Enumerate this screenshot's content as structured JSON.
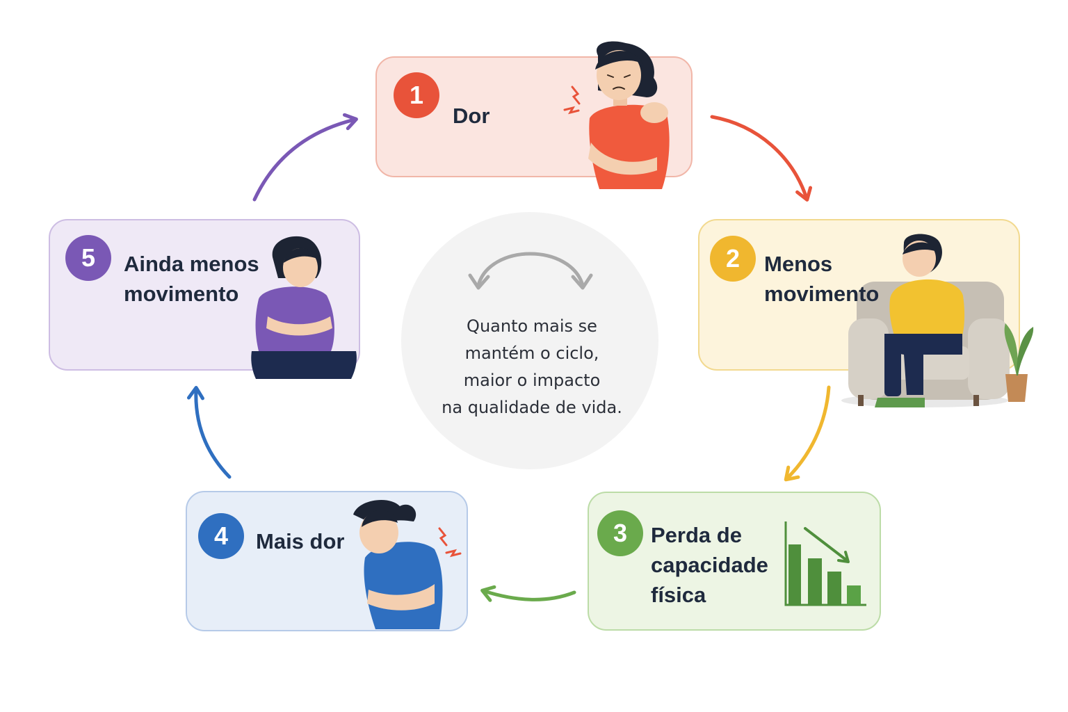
{
  "cycle": {
    "steps": [
      {
        "number": "1",
        "lines": [
          "Dor"
        ],
        "color": "#e8533a",
        "fill": "#fbe5e0",
        "border": "#f1b6a8"
      },
      {
        "number": "2",
        "lines": [
          "Menos",
          "movimento"
        ],
        "color": "#f0b72f",
        "fill": "#fdf4dc",
        "border": "#f2d98f"
      },
      {
        "number": "3",
        "lines": [
          "Perda de",
          "capacidade",
          "física"
        ],
        "color": "#6aaa4c",
        "fill": "#edf5e4",
        "border": "#bcdca7"
      },
      {
        "number": "4",
        "lines": [
          "Mais dor"
        ],
        "color": "#2f6fc0",
        "fill": "#e7eef8",
        "border": "#b6cae8"
      },
      {
        "number": "5",
        "lines": [
          "Ainda menos",
          "movimento"
        ],
        "color": "#7a58b5",
        "fill": "#efe9f6",
        "border": "#cdbde3"
      }
    ],
    "center": {
      "lines": [
        "Quanto mais se",
        "mantém o ciclo,",
        "maior o impacto",
        "na qualidade de vida."
      ]
    },
    "arrows": [
      {
        "from": "1",
        "to": "2",
        "color": "#e8533a"
      },
      {
        "from": "2",
        "to": "3",
        "color": "#f0b72f"
      },
      {
        "from": "3",
        "to": "4",
        "color": "#6aaa4c"
      },
      {
        "from": "4",
        "to": "5",
        "color": "#2f6fc0"
      },
      {
        "from": "5",
        "to": "1",
        "color": "#7a58b5"
      }
    ],
    "icons": {
      "step1": "woman-shoulder-pain-icon",
      "step2": "woman-sitting-armchair-icon",
      "step3": "declining-bar-chart-icon",
      "step4": "woman-stomach-pain-icon",
      "step5": "woman-sitting-sad-icon",
      "center": "two-way-cycle-arrows-icon"
    }
  }
}
